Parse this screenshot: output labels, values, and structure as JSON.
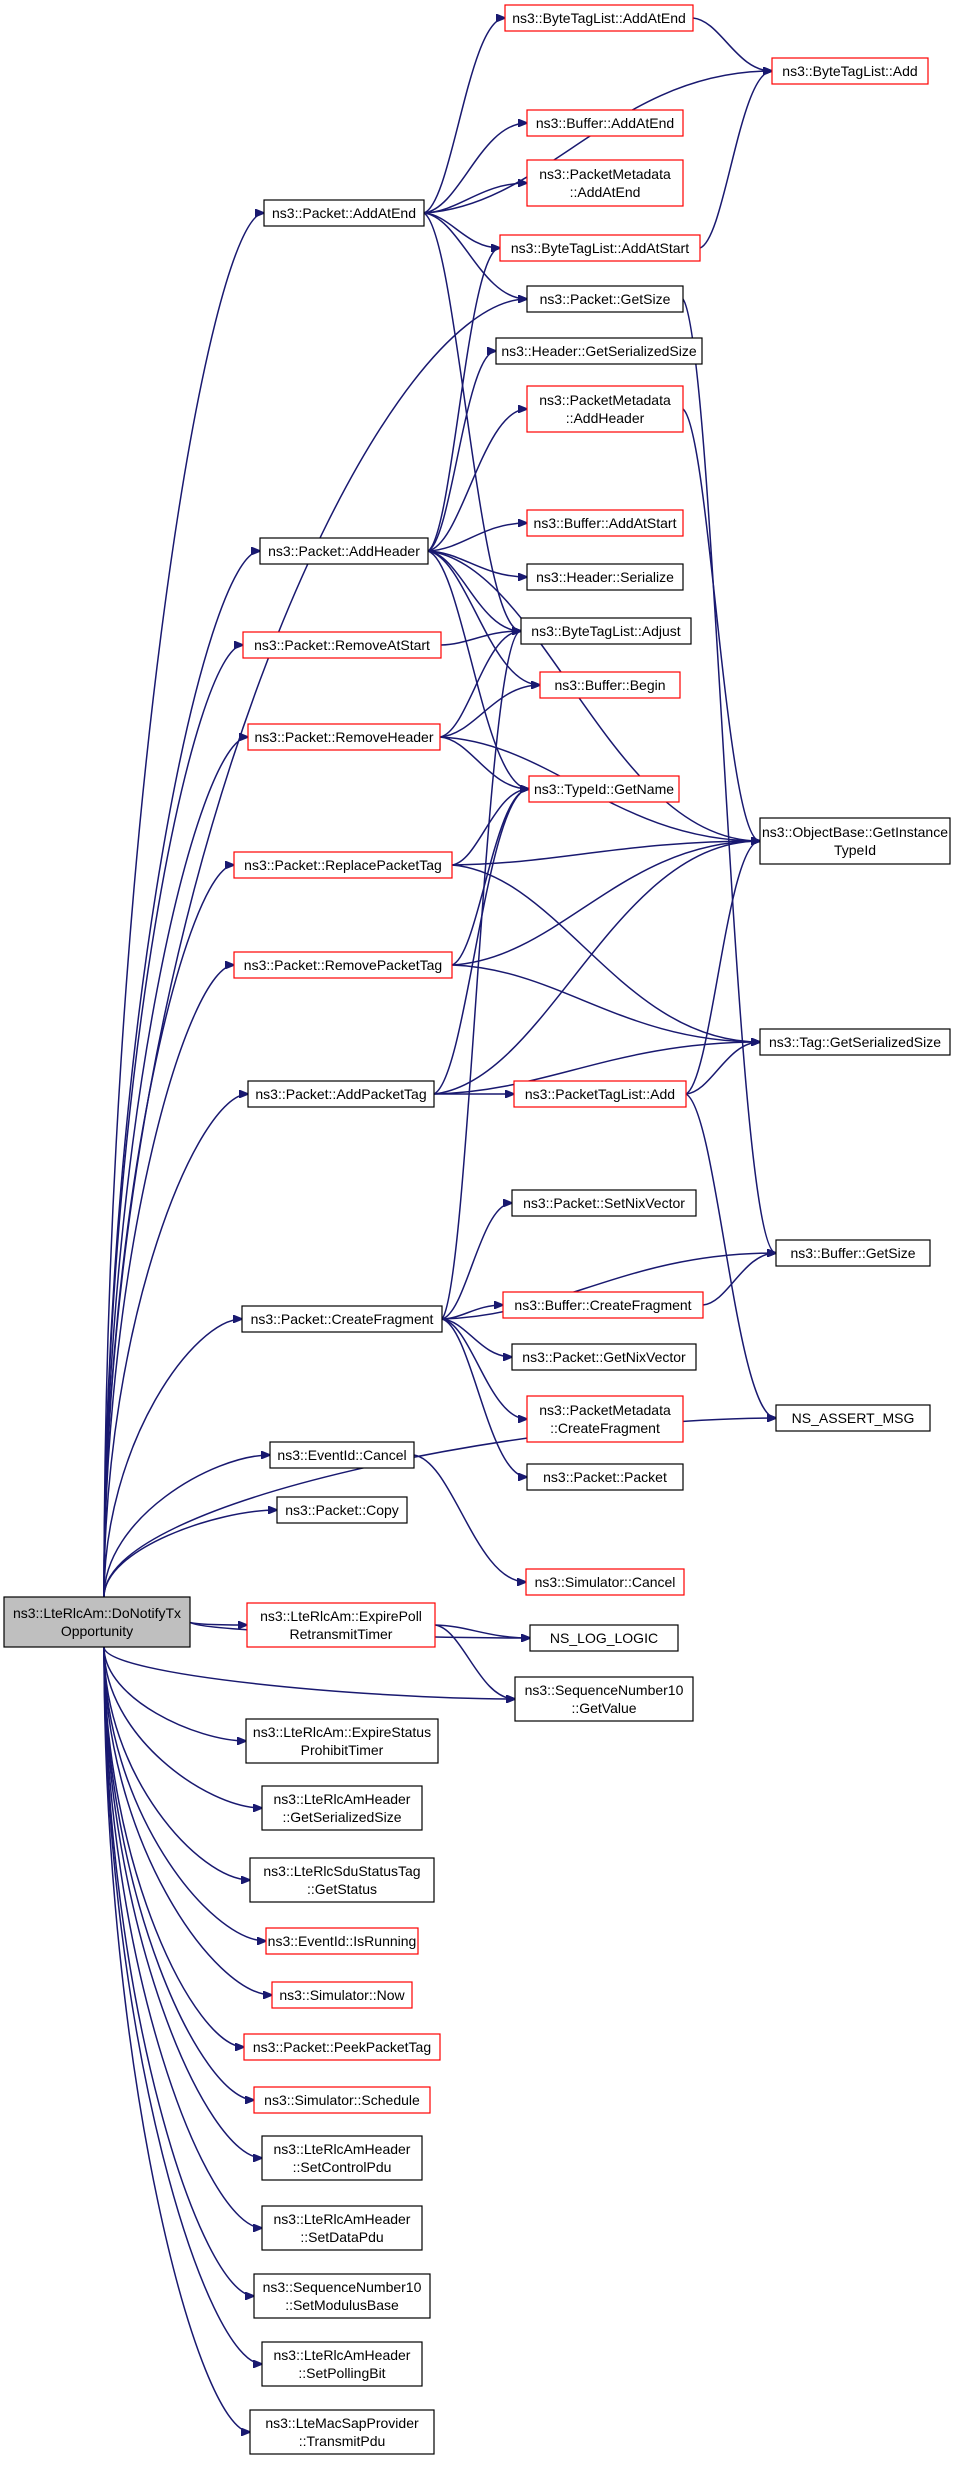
{
  "colors": {
    "edge": "#191970",
    "normal_border": "#000000",
    "undocumented_border": "#ff0000",
    "root_fill": "#bfbfbf",
    "node_fill": "#ffffff"
  },
  "nodes": [
    {
      "id": "root",
      "lines": [
        "ns3::LteRlcAm::DoNotifyTx",
        "Opportunity"
      ],
      "style": "root"
    },
    {
      "id": "bt_addatend",
      "lines": [
        "ns3::ByteTagList::AddAtEnd"
      ],
      "style": "red"
    },
    {
      "id": "bt_add",
      "lines": [
        "ns3::ByteTagList::Add"
      ],
      "style": "red"
    },
    {
      "id": "buf_addatend",
      "lines": [
        "ns3::Buffer::AddAtEnd"
      ],
      "style": "red"
    },
    {
      "id": "pm_addatend",
      "lines": [
        "ns3::PacketMetadata",
        "::AddAtEnd"
      ],
      "style": "red"
    },
    {
      "id": "pkt_addatend",
      "lines": [
        "ns3::Packet::AddAtEnd"
      ],
      "style": "black"
    },
    {
      "id": "bt_addatstart",
      "lines": [
        "ns3::ByteTagList::AddAtStart"
      ],
      "style": "red"
    },
    {
      "id": "pkt_getsize",
      "lines": [
        "ns3::Packet::GetSize"
      ],
      "style": "black"
    },
    {
      "id": "hdr_getser",
      "lines": [
        "ns3::Header::GetSerializedSize"
      ],
      "style": "black"
    },
    {
      "id": "pm_addheader",
      "lines": [
        "ns3::PacketMetadata",
        "::AddHeader"
      ],
      "style": "red"
    },
    {
      "id": "pkt_addheader",
      "lines": [
        "ns3::Packet::AddHeader"
      ],
      "style": "black"
    },
    {
      "id": "buf_addatstart",
      "lines": [
        "ns3::Buffer::AddAtStart"
      ],
      "style": "red"
    },
    {
      "id": "hdr_serialize",
      "lines": [
        "ns3::Header::Serialize"
      ],
      "style": "black"
    },
    {
      "id": "pkt_removeatstart",
      "lines": [
        "ns3::Packet::RemoveAtStart"
      ],
      "style": "red"
    },
    {
      "id": "bt_adjust",
      "lines": [
        "ns3::ByteTagList::Adjust"
      ],
      "style": "black"
    },
    {
      "id": "buf_begin",
      "lines": [
        "ns3::Buffer::Begin"
      ],
      "style": "red"
    },
    {
      "id": "pkt_removeheader",
      "lines": [
        "ns3::Packet::RemoveHeader"
      ],
      "style": "red"
    },
    {
      "id": "typeid_getname",
      "lines": [
        "ns3::TypeId::GetName"
      ],
      "style": "red"
    },
    {
      "id": "ob_getinstance",
      "lines": [
        "ns3::ObjectBase::GetInstance",
        "TypeId"
      ],
      "style": "black"
    },
    {
      "id": "pkt_replacepackettag",
      "lines": [
        "ns3::Packet::ReplacePacketTag"
      ],
      "style": "red"
    },
    {
      "id": "pkt_removepackettag",
      "lines": [
        "ns3::Packet::RemovePacketTag"
      ],
      "style": "red"
    },
    {
      "id": "tag_getser",
      "lines": [
        "ns3::Tag::GetSerializedSize"
      ],
      "style": "black"
    },
    {
      "id": "pkt_addpackettag",
      "lines": [
        "ns3::Packet::AddPacketTag"
      ],
      "style": "black"
    },
    {
      "id": "ptl_add",
      "lines": [
        "ns3::PacketTagList::Add"
      ],
      "style": "red"
    },
    {
      "id": "pkt_setnixvector",
      "lines": [
        "ns3::Packet::SetNixVector"
      ],
      "style": "black"
    },
    {
      "id": "buf_getsize",
      "lines": [
        "ns3::Buffer::GetSize"
      ],
      "style": "black"
    },
    {
      "id": "pkt_createfragment",
      "lines": [
        "ns3::Packet::CreateFragment"
      ],
      "style": "black"
    },
    {
      "id": "buf_createfragment",
      "lines": [
        "ns3::Buffer::CreateFragment"
      ],
      "style": "red"
    },
    {
      "id": "pkt_getnixvector",
      "lines": [
        "ns3::Packet::GetNixVector"
      ],
      "style": "black"
    },
    {
      "id": "pm_createfragment",
      "lines": [
        "ns3::PacketMetadata",
        "::CreateFragment"
      ],
      "style": "red"
    },
    {
      "id": "ns_assert_msg",
      "lines": [
        "NS_ASSERT_MSG"
      ],
      "style": "black"
    },
    {
      "id": "pkt_packet",
      "lines": [
        "ns3::Packet::Packet"
      ],
      "style": "black"
    },
    {
      "id": "eventid_cancel",
      "lines": [
        "ns3::EventId::Cancel"
      ],
      "style": "black"
    },
    {
      "id": "pkt_copy",
      "lines": [
        "ns3::Packet::Copy"
      ],
      "style": "black"
    },
    {
      "id": "sim_cancel",
      "lines": [
        "ns3::Simulator::Cancel"
      ],
      "style": "red"
    },
    {
      "id": "expirepoll",
      "lines": [
        "ns3::LteRlcAm::ExpirePoll",
        "RetransmitTimer"
      ],
      "style": "red"
    },
    {
      "id": "ns_log_logic",
      "lines": [
        "NS_LOG_LOGIC"
      ],
      "style": "black"
    },
    {
      "id": "sn10_getvalue",
      "lines": [
        "ns3::SequenceNumber10",
        "::GetValue"
      ],
      "style": "black"
    },
    {
      "id": "expirestatus",
      "lines": [
        "ns3::LteRlcAm::ExpireStatus",
        "ProhibitTimer"
      ],
      "style": "black"
    },
    {
      "id": "amh_getser",
      "lines": [
        "ns3::LteRlcAmHeader",
        "::GetSerializedSize"
      ],
      "style": "black"
    },
    {
      "id": "sdutag_getstatus",
      "lines": [
        "ns3::LteRlcSduStatusTag",
        "::GetStatus"
      ],
      "style": "black"
    },
    {
      "id": "eventid_isrunning",
      "lines": [
        "ns3::EventId::IsRunning"
      ],
      "style": "red"
    },
    {
      "id": "sim_now",
      "lines": [
        "ns3::Simulator::Now"
      ],
      "style": "red"
    },
    {
      "id": "pkt_peekpackettag",
      "lines": [
        "ns3::Packet::PeekPacketTag"
      ],
      "style": "red"
    },
    {
      "id": "sim_schedule",
      "lines": [
        "ns3::Simulator::Schedule"
      ],
      "style": "red"
    },
    {
      "id": "amh_setcontrolpdu",
      "lines": [
        "ns3::LteRlcAmHeader",
        "::SetControlPdu"
      ],
      "style": "black"
    },
    {
      "id": "amh_setdatapdu",
      "lines": [
        "ns3::LteRlcAmHeader",
        "::SetDataPdu"
      ],
      "style": "black"
    },
    {
      "id": "sn10_setmodulusbase",
      "lines": [
        "ns3::SequenceNumber10",
        "::SetModulusBase"
      ],
      "style": "black"
    },
    {
      "id": "amh_setpollingbit",
      "lines": [
        "ns3::LteRlcAmHeader",
        "::SetPollingBit"
      ],
      "style": "black"
    },
    {
      "id": "macsap_transmitpdu",
      "lines": [
        "ns3::LteMacSapProvider",
        "::TransmitPdu"
      ],
      "style": "black"
    }
  ],
  "edges": [
    [
      "root",
      "pkt_addatend"
    ],
    [
      "root",
      "pkt_getsize"
    ],
    [
      "root",
      "pkt_addheader"
    ],
    [
      "root",
      "pkt_removeatstart"
    ],
    [
      "root",
      "pkt_removeheader"
    ],
    [
      "root",
      "pkt_replacepackettag"
    ],
    [
      "root",
      "pkt_removepackettag"
    ],
    [
      "root",
      "pkt_addpackettag"
    ],
    [
      "root",
      "pkt_createfragment"
    ],
    [
      "root",
      "ns_assert_msg"
    ],
    [
      "root",
      "eventid_cancel"
    ],
    [
      "root",
      "pkt_copy"
    ],
    [
      "root",
      "expirepoll"
    ],
    [
      "root",
      "ns_log_logic"
    ],
    [
      "root",
      "sn10_getvalue"
    ],
    [
      "root",
      "expirestatus"
    ],
    [
      "root",
      "amh_getser"
    ],
    [
      "root",
      "sdutag_getstatus"
    ],
    [
      "root",
      "eventid_isrunning"
    ],
    [
      "root",
      "sim_now"
    ],
    [
      "root",
      "pkt_peekpackettag"
    ],
    [
      "root",
      "sim_schedule"
    ],
    [
      "root",
      "amh_setcontrolpdu"
    ],
    [
      "root",
      "amh_setdatapdu"
    ],
    [
      "root",
      "sn10_setmodulusbase"
    ],
    [
      "root",
      "amh_setpollingbit"
    ],
    [
      "root",
      "macsap_transmitpdu"
    ],
    [
      "pkt_addatend",
      "bt_addatend"
    ],
    [
      "pkt_addatend",
      "bt_add"
    ],
    [
      "pkt_addatend",
      "buf_addatend"
    ],
    [
      "pkt_addatend",
      "pm_addatend"
    ],
    [
      "pkt_addatend",
      "bt_addatstart"
    ],
    [
      "pkt_addatend",
      "pkt_getsize"
    ],
    [
      "pkt_addatend",
      "bt_adjust"
    ],
    [
      "bt_addatend",
      "bt_add"
    ],
    [
      "bt_addatstart",
      "bt_add"
    ],
    [
      "pkt_getsize",
      "buf_getsize"
    ],
    [
      "pkt_addheader",
      "bt_addatstart"
    ],
    [
      "pkt_addheader",
      "hdr_getser"
    ],
    [
      "pkt_addheader",
      "pm_addheader"
    ],
    [
      "pkt_addheader",
      "buf_addatstart"
    ],
    [
      "pkt_addheader",
      "hdr_serialize"
    ],
    [
      "pkt_addheader",
      "bt_adjust"
    ],
    [
      "pkt_addheader",
      "buf_begin"
    ],
    [
      "pkt_addheader",
      "typeid_getname"
    ],
    [
      "pkt_addheader",
      "ob_getinstance"
    ],
    [
      "pm_addheader",
      "ob_getinstance"
    ],
    [
      "pkt_removeatstart",
      "bt_adjust"
    ],
    [
      "pkt_removeheader",
      "bt_adjust"
    ],
    [
      "pkt_removeheader",
      "buf_begin"
    ],
    [
      "pkt_removeheader",
      "typeid_getname"
    ],
    [
      "pkt_removeheader",
      "ob_getinstance"
    ],
    [
      "pkt_replacepackettag",
      "typeid_getname"
    ],
    [
      "pkt_replacepackettag",
      "ob_getinstance"
    ],
    [
      "pkt_replacepackettag",
      "tag_getser"
    ],
    [
      "pkt_removepackettag",
      "typeid_getname"
    ],
    [
      "pkt_removepackettag",
      "ob_getinstance"
    ],
    [
      "pkt_removepackettag",
      "tag_getser"
    ],
    [
      "pkt_addpackettag",
      "typeid_getname"
    ],
    [
      "pkt_addpackettag",
      "ob_getinstance"
    ],
    [
      "pkt_addpackettag",
      "ptl_add"
    ],
    [
      "pkt_addpackettag",
      "tag_getser"
    ],
    [
      "ptl_add",
      "ob_getinstance"
    ],
    [
      "ptl_add",
      "tag_getser"
    ],
    [
      "ptl_add",
      "ns_assert_msg"
    ],
    [
      "pkt_createfragment",
      "bt_adjust"
    ],
    [
      "pkt_createfragment",
      "pkt_setnixvector"
    ],
    [
      "pkt_createfragment",
      "buf_getsize"
    ],
    [
      "pkt_createfragment",
      "buf_createfragment"
    ],
    [
      "pkt_createfragment",
      "pkt_getnixvector"
    ],
    [
      "pkt_createfragment",
      "pm_createfragment"
    ],
    [
      "pkt_createfragment",
      "pkt_packet"
    ],
    [
      "buf_createfragment",
      "buf_getsize"
    ],
    [
      "eventid_cancel",
      "sim_cancel"
    ],
    [
      "expirepoll",
      "ns_log_logic"
    ],
    [
      "expirepoll",
      "sn10_getvalue"
    ]
  ]
}
